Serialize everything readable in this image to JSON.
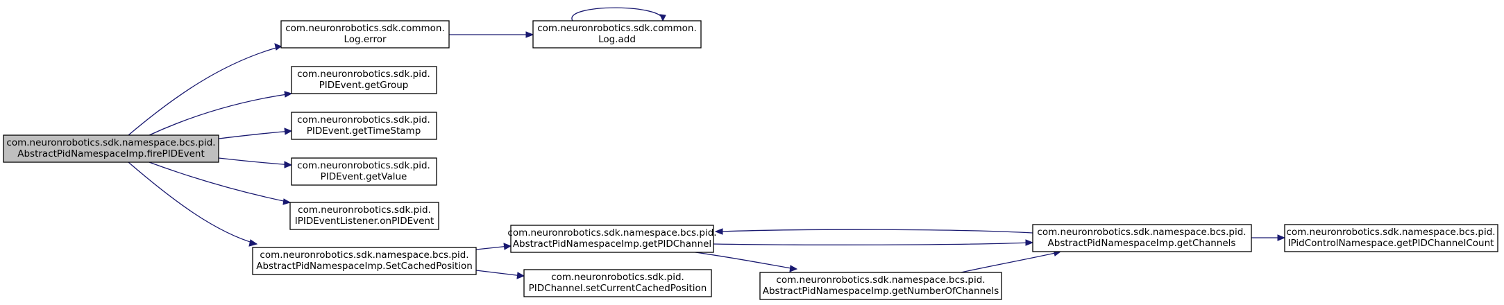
{
  "nodes": {
    "root": {
      "line1": "com.neuronrobotics.sdk.namespace.bcs.pid.",
      "line2": "AbstractPidNamespaceImp.firePIDEvent"
    },
    "logerr": {
      "line1": "com.neuronrobotics.sdk.common.",
      "line2": "Log.error"
    },
    "logadd": {
      "line1": "com.neuronrobotics.sdk.common.",
      "line2": "Log.add"
    },
    "grp": {
      "line1": "com.neuronrobotics.sdk.pid.",
      "line2": "PIDEvent.getGroup"
    },
    "ts": {
      "line1": "com.neuronrobotics.sdk.pid.",
      "line2": "PIDEvent.getTimeStamp"
    },
    "val": {
      "line1": "com.neuronrobotics.sdk.pid.",
      "line2": "PIDEvent.getValue"
    },
    "lis": {
      "line1": "com.neuronrobotics.sdk.pid.",
      "line2": "IPIDEventListener.onPIDEvent"
    },
    "setc": {
      "line1": "com.neuronrobotics.sdk.namespace.bcs.pid.",
      "line2": "AbstractPidNamespaceImp.SetCachedPosition"
    },
    "getch": {
      "line1": "com.neuronrobotics.sdk.namespace.bcs.pid.",
      "line2": "AbstractPidNamespaceImp.getPIDChannel"
    },
    "setcur": {
      "line1": "com.neuronrobotics.sdk.pid.",
      "line2": "PIDChannel.setCurrentCachedPosition"
    },
    "chans": {
      "line1": "com.neuronrobotics.sdk.namespace.bcs.pid.",
      "line2": "AbstractPidNamespaceImp.getChannels"
    },
    "num": {
      "line1": "com.neuronrobotics.sdk.namespace.bcs.pid.",
      "line2": "AbstractPidNamespaceImp.getNumberOfChannels"
    },
    "count": {
      "line1": "com.neuronrobotics.sdk.namespace.bcs.pid.",
      "line2": "IPidControlNamespace.getPIDChannelCount"
    }
  },
  "colors": {
    "edge": "#191970",
    "root_fill": "#bfbfbf",
    "node_fill": "#ffffff"
  }
}
